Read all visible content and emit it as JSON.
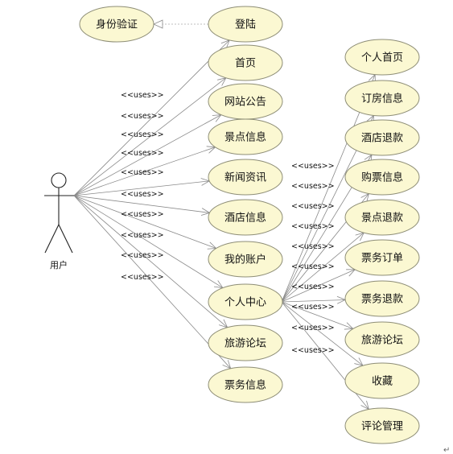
{
  "actor": {
    "label": "用户"
  },
  "auth_usecase": {
    "label": "身份验证"
  },
  "main_usecases": [
    {
      "label": "登陆"
    },
    {
      "label": "首页"
    },
    {
      "label": "网站公告"
    },
    {
      "label": "景点信息"
    },
    {
      "label": "新闻资讯"
    },
    {
      "label": "酒店信息"
    },
    {
      "label": "我的账户"
    },
    {
      "label": "个人中心"
    },
    {
      "label": "旅游论坛"
    },
    {
      "label": "票务信息"
    }
  ],
  "center_usecases": [
    {
      "label": "个人首页"
    },
    {
      "label": "订房信息"
    },
    {
      "label": "酒店退款"
    },
    {
      "label": "购票信息"
    },
    {
      "label": "景点退款"
    },
    {
      "label": "票务订单"
    },
    {
      "label": "票务退款"
    },
    {
      "label": "旅游论坛"
    },
    {
      "label": "收藏"
    },
    {
      "label": "评论管理"
    }
  ],
  "stereotype": "<<uses>>",
  "paragraph_mark": "↵"
}
